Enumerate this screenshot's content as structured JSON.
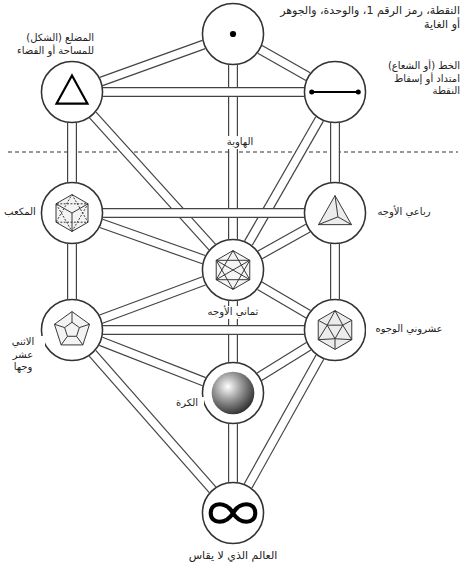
{
  "diagram": {
    "nodes": [
      {
        "text": [
          "النقطة، رمز الرقم 1، والوحدة، والجوهر أو الغاية"
        ]
      },
      {
        "text": [
          "المضلع (الشكل) للمساحة أو الفضاء"
        ]
      },
      {
        "text": [
          "الخط (أو الشعاع) امتداد أو إسقاط النقطة"
        ]
      },
      {
        "text": [
          "المكعب"
        ]
      },
      {
        "text": [
          "رباعي الأوجه"
        ]
      },
      {
        "text": [
          "ثماني الأوجه"
        ]
      },
      {
        "text": [
          "الاثني عشر وجها"
        ]
      },
      {
        "text": [
          "عشروني الوجوه"
        ]
      },
      {
        "text": [
          "الكرة"
        ]
      },
      {
        "text": [
          "العالم الذي لا يقاس"
        ]
      }
    ],
    "edges": [
      {
        "from": 0,
        "to": 1,
        "arrow": "none"
      },
      {
        "from": 0,
        "to": 2,
        "arrow": "none"
      },
      {
        "from": 0,
        "to": 5,
        "arrow": "none"
      },
      {
        "from": 1,
        "to": 2,
        "arrow": "none"
      },
      {
        "from": 1,
        "to": 3,
        "arrow": "none"
      },
      {
        "from": 1,
        "to": 5,
        "arrow": "none"
      },
      {
        "from": 2,
        "to": 4,
        "arrow": "none"
      },
      {
        "from": 2,
        "to": 5,
        "arrow": "none"
      },
      {
        "from": 3,
        "to": 4,
        "arrow": "none"
      },
      {
        "from": 3,
        "to": 5,
        "arrow": "none"
      },
      {
        "from": 3,
        "to": 6,
        "arrow": "none"
      },
      {
        "from": 4,
        "to": 5,
        "arrow": "none"
      },
      {
        "from": 4,
        "to": 7,
        "arrow": "none"
      },
      {
        "from": 5,
        "to": 6,
        "arrow": "none"
      },
      {
        "from": 5,
        "to": 7,
        "arrow": "none"
      },
      {
        "from": 5,
        "to": 8,
        "arrow": "none"
      },
      {
        "from": 6,
        "to": 7,
        "arrow": "none"
      },
      {
        "from": 6,
        "to": 8,
        "arrow": "none"
      },
      {
        "from": 6,
        "to": 9,
        "arrow": "none"
      },
      {
        "from": 7,
        "to": 8,
        "arrow": "none"
      },
      {
        "from": 7,
        "to": 9,
        "arrow": "none"
      },
      {
        "from": 8,
        "to": 9,
        "arrow": "none"
      }
    ],
    "labels": [
      "الهاوية"
    ]
  }
}
